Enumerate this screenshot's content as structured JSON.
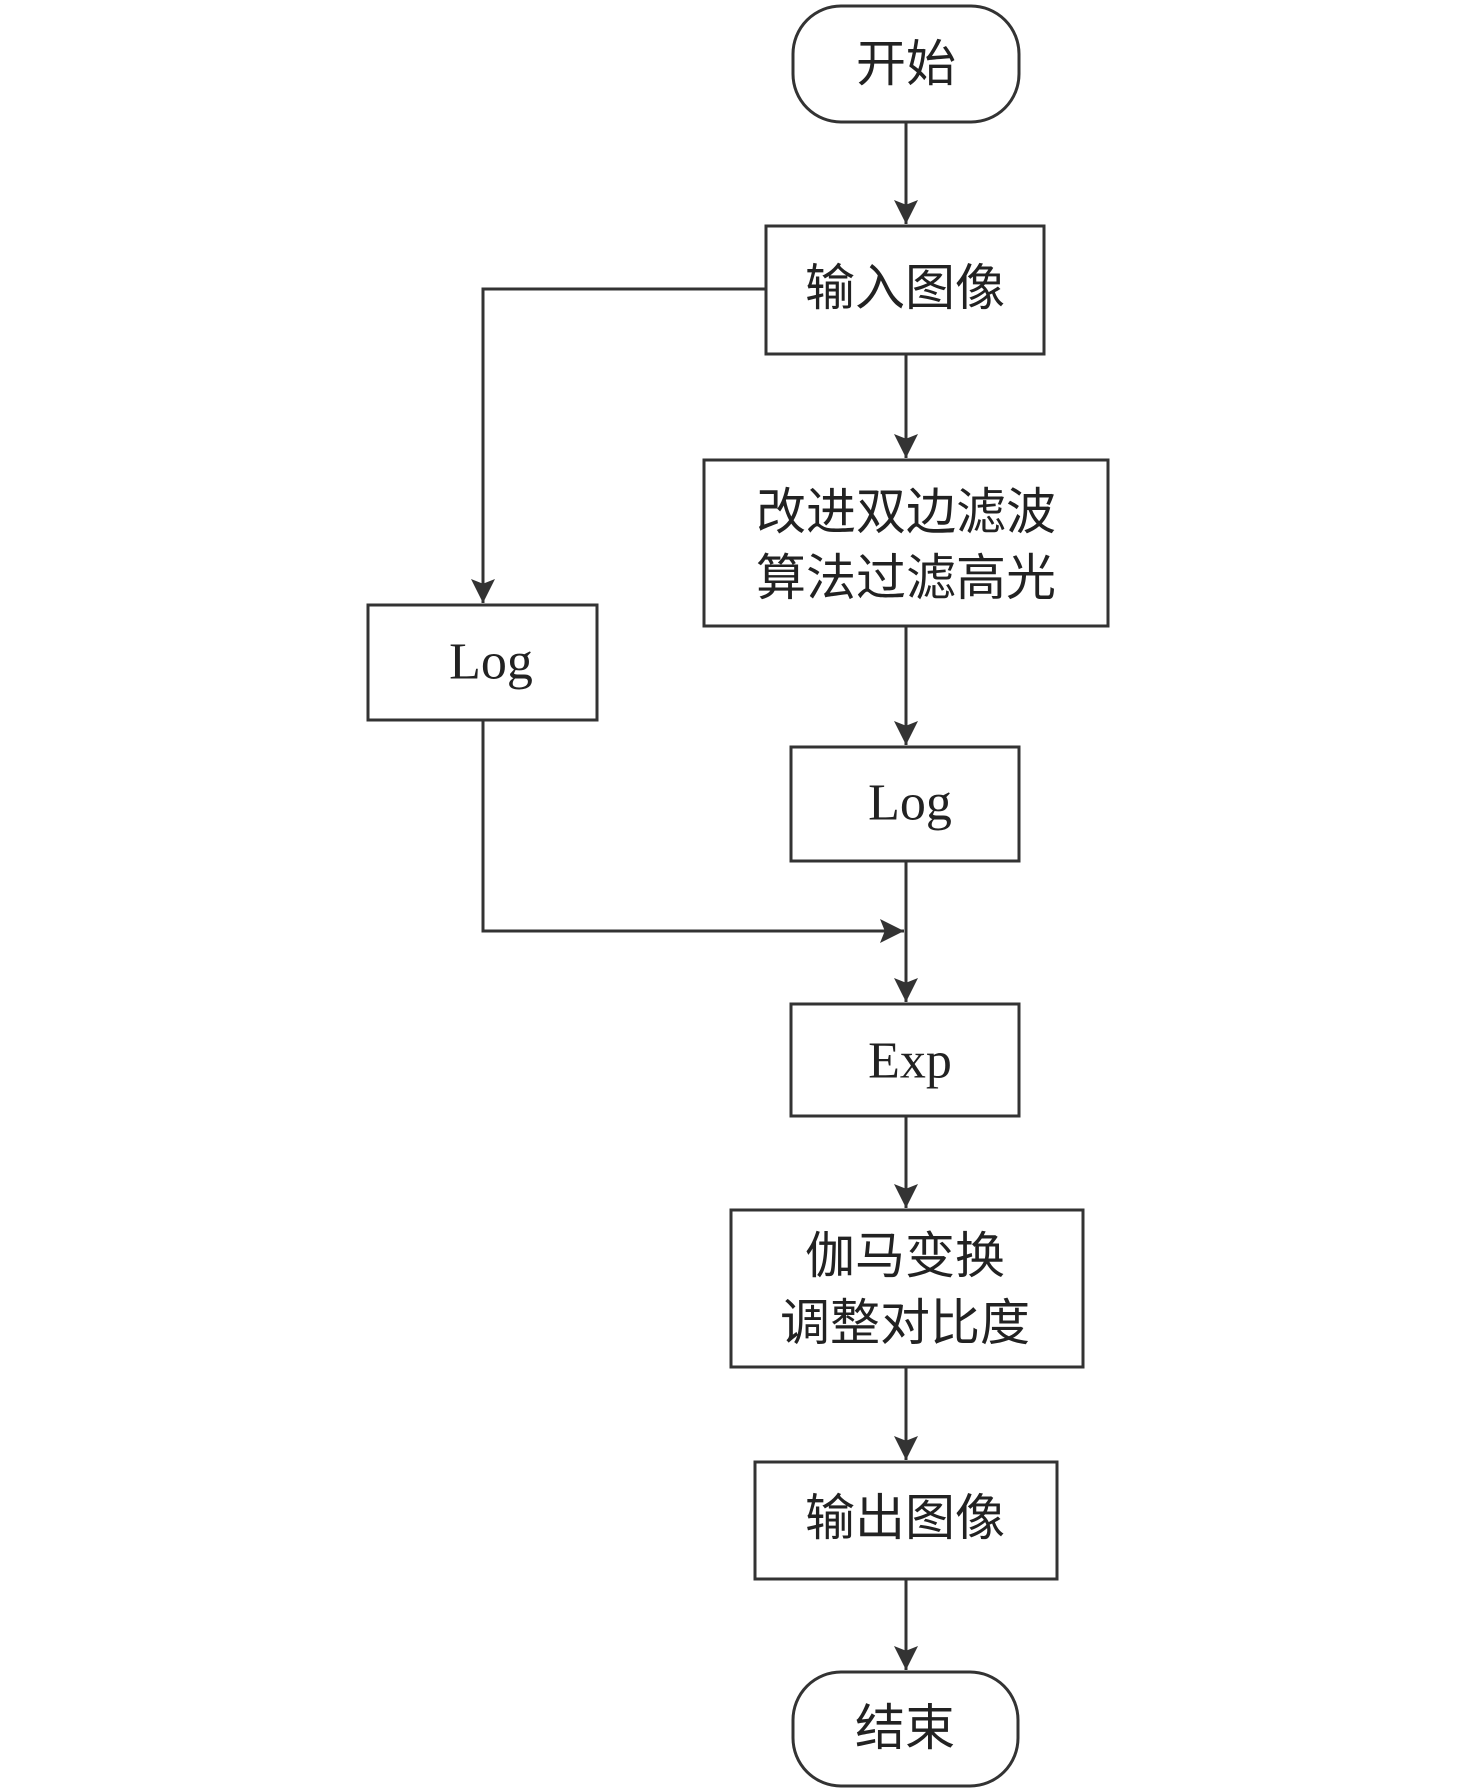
{
  "nodes": {
    "start": {
      "label": "开始"
    },
    "input": {
      "label": "输入图像"
    },
    "filter": {
      "line1": "改进双边滤波",
      "line2": "算法过滤高光"
    },
    "log_left": {
      "label": "Log"
    },
    "log_right": {
      "label": "Log"
    },
    "exp": {
      "label": "Exp"
    },
    "gamma": {
      "line1": "伽马变换",
      "line2": "调整对比度"
    },
    "output": {
      "label": "输出图像"
    },
    "end": {
      "label": "结束"
    }
  },
  "colors": {
    "stroke": "#333333",
    "text": "#222222",
    "background": "#ffffff"
  }
}
